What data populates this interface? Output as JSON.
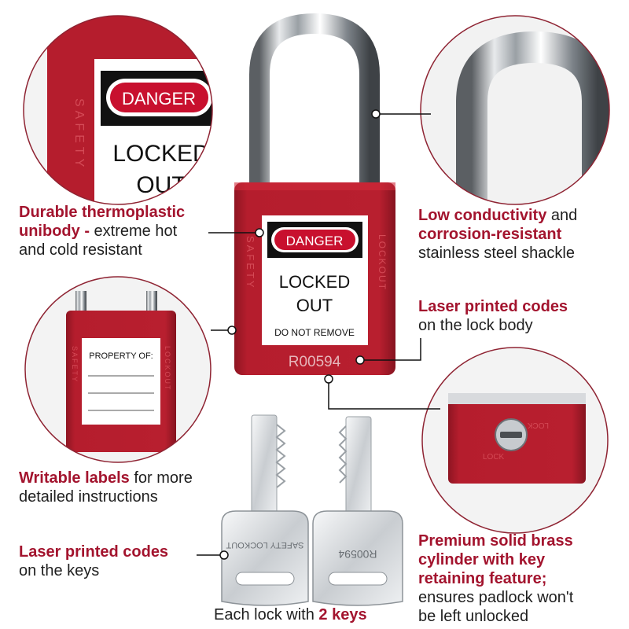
{
  "label": {
    "danger": "DANGER",
    "locked": "LOCKED",
    "out": "OUT",
    "do_not_remove": "DO NOT REMOVE",
    "side_left": "SAFETY",
    "side_right": "LOCKOUT",
    "property_of": "PROPERTY OF:",
    "code": "R00594",
    "lock_word": "LOCK"
  },
  "key": {
    "left_text": "SAFETY LOCKOUT",
    "right_text": "R00594"
  },
  "callouts": {
    "thermo": {
      "hl1": "Durable thermoplastic",
      "hl2": "unibody -",
      "rest1": " extreme hot",
      "rest2": "and cold resistant"
    },
    "conduct": {
      "hl1": "Low conductivity",
      "rest1": " and",
      "hl2": "corrosion-resistant",
      "rest2": "stainless steel shackle"
    },
    "codes_body": {
      "hl1": "Laser printed codes",
      "rest1": "on the lock body"
    },
    "writable": {
      "hl1": "Writable labels",
      "rest1": " for more",
      "rest2": "detailed instructions"
    },
    "codes_keys": {
      "hl1": "Laser printed codes",
      "rest1": "on the keys"
    },
    "brass": {
      "hl1": "Premium solid brass",
      "hl2": "cylinder with key",
      "hl3": "retaining feature;",
      "rest1": "ensures padlock won't",
      "rest2": "be left unlocked"
    },
    "keys": {
      "pre": "Each lock with ",
      "num": "2 keys"
    }
  },
  "colors": {
    "accent": "#a3142e",
    "body_red": "#b51d2d",
    "danger_red": "#c8102e"
  }
}
